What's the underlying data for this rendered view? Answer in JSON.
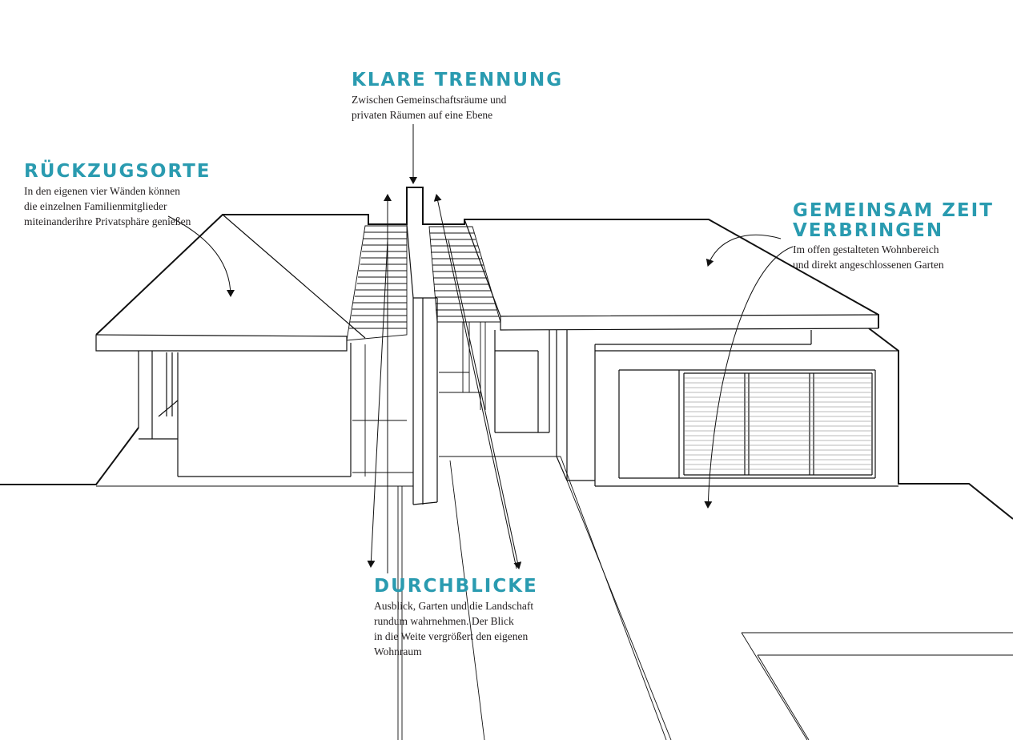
{
  "colors": {
    "accent": "#2a9bb0",
    "text": "#231f20",
    "line": "#111111"
  },
  "callouts": {
    "klare_trennung": {
      "title": "KLARE TRENNUNG",
      "lines": [
        "Zwischen Gemeinschaftsräume und",
        "privaten Räumen auf eine Ebene"
      ]
    },
    "rueckzugsorte": {
      "title": "RÜCKZUGSORTE",
      "lines": [
        "In den eigenen vier Wänden können",
        "die einzelnen Familienmitglieder",
        "miteinanderihre Privatsphäre genießen"
      ]
    },
    "gemeinsam": {
      "title_lines": [
        "GEMEINSAM ZEIT",
        "VERBRINGEN"
      ],
      "lines": [
        "Im offen gestalteten Wohnbereich",
        "und direkt angeschlossenen Garten"
      ]
    },
    "durchblicke": {
      "title": "DURCHBLICKE",
      "lines": [
        "Ausblick, Garten und die  Landschaft",
        "rundum wahrnehmen. Der Blick",
        "in die Weite vergrößert den eigenen",
        "Wohnraum"
      ]
    }
  }
}
